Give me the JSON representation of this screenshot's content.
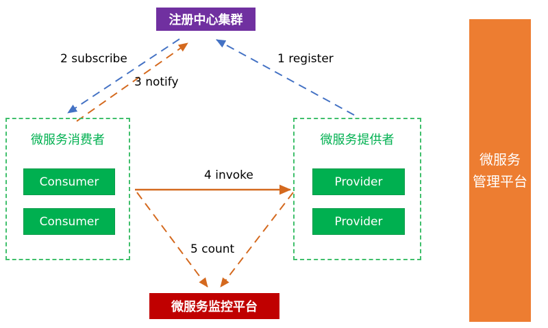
{
  "registry": {
    "label": "注册中心集群"
  },
  "consumer_group": {
    "title": "微服务消费者",
    "items": [
      "Consumer",
      "Consumer"
    ]
  },
  "provider_group": {
    "title": "微服务提供者",
    "items": [
      "Provider",
      "Provider"
    ]
  },
  "monitor": {
    "label": "微服务监控平台"
  },
  "management": {
    "line1": "微服务",
    "line2": "管理平台"
  },
  "arrow_labels": {
    "register": "1 register",
    "subscribe": "2 subscribe",
    "notify": "3 notify",
    "invoke": "4 invoke",
    "count": "5 count"
  },
  "colors": {
    "registry_bg": "#7030A0",
    "node_green": "#00B050",
    "group_border_green": "#3FBF6B",
    "monitor_bg": "#C00000",
    "management_bg": "#ED7D31",
    "arrow_blue": "#4472C4",
    "arrow_orange": "#D4691E",
    "label_text": "#000000"
  }
}
